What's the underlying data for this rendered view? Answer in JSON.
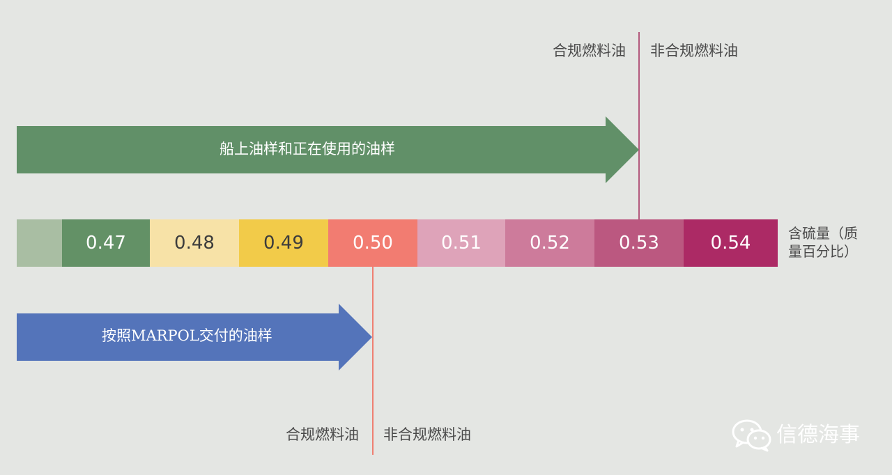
{
  "top_marker": {
    "left_label": "合规燃料油",
    "right_label": "非合规燃料油",
    "color": "#b35a7e"
  },
  "arrow_onboard": {
    "text": "船上油样和正在使用的油样",
    "color": "#619068"
  },
  "arrow_delivered": {
    "text": "按照MARPOL交付的油样",
    "color": "#5474ba"
  },
  "bottom_marker": {
    "left_label": "合规燃料油",
    "right_label": "非合规燃料油",
    "color": "#ef7f72"
  },
  "scale": {
    "unit_line1": "含硫量（质",
    "unit_line2": "量百分比）",
    "segments": [
      {
        "label": "",
        "bg": "#a9bea3",
        "fg": "#ffffff"
      },
      {
        "label": "0.47",
        "bg": "#639166",
        "fg": "#ffffff"
      },
      {
        "label": "0.48",
        "bg": "#f7e2a7",
        "fg": "#3c3c3c"
      },
      {
        "label": "0.49",
        "bg": "#f2cb49",
        "fg": "#3c3c3c"
      },
      {
        "label": "0.50",
        "bg": "#f27c71",
        "fg": "#ffffff"
      },
      {
        "label": "0.51",
        "bg": "#dea3b9",
        "fg": "#ffffff"
      },
      {
        "label": "0.52",
        "bg": "#cd7b9b",
        "fg": "#ffffff"
      },
      {
        "label": "0.53",
        "bg": "#bb5880",
        "fg": "#ffffff"
      },
      {
        "label": "0.54",
        "bg": "#ac2a65",
        "fg": "#ffffff"
      }
    ]
  },
  "watermark": {
    "text": "信德海事",
    "icon": "wechat-icon"
  }
}
